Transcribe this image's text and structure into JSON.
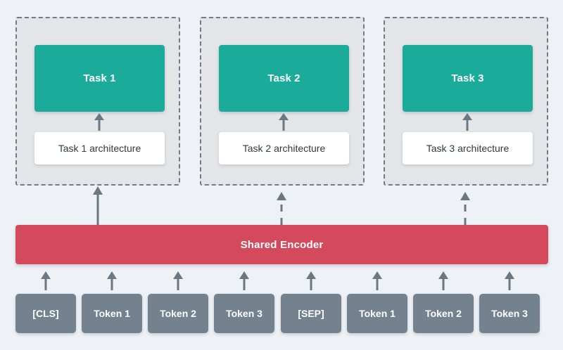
{
  "colors": {
    "background": "#eef1f5",
    "panel_fill": "#e3e5e8",
    "panel_border": "#6f7b86",
    "task_box": "#1aab9b",
    "arch_box": "#ffffff",
    "arch_text": "#33383d",
    "encoder": "#d4495c",
    "token_box": "#74818e",
    "arrow": "#6b7884",
    "on_color_text": "#ffffff"
  },
  "diagram": {
    "type": "architecture-diagram",
    "panels": [
      {
        "task_label": "Task 1",
        "arch_label": "Task 1 architecture",
        "inner_arrow_style": "solid",
        "encoder_arrow_style": "solid"
      },
      {
        "task_label": "Task 2",
        "arch_label": "Task 2 architecture",
        "inner_arrow_style": "solid",
        "encoder_arrow_style": "dashed"
      },
      {
        "task_label": "Task 3",
        "arch_label": "Task 3 architecture",
        "inner_arrow_style": "solid",
        "encoder_arrow_style": "dashed"
      }
    ],
    "encoder": {
      "label": "Shared Encoder"
    },
    "tokens": [
      {
        "label": "[CLS]"
      },
      {
        "label": "Token 1"
      },
      {
        "label": "Token 2"
      },
      {
        "label": "Token 3"
      },
      {
        "label": "[SEP]"
      },
      {
        "label": "Token 1"
      },
      {
        "label": "Token 2"
      },
      {
        "label": "Token 3"
      }
    ]
  }
}
